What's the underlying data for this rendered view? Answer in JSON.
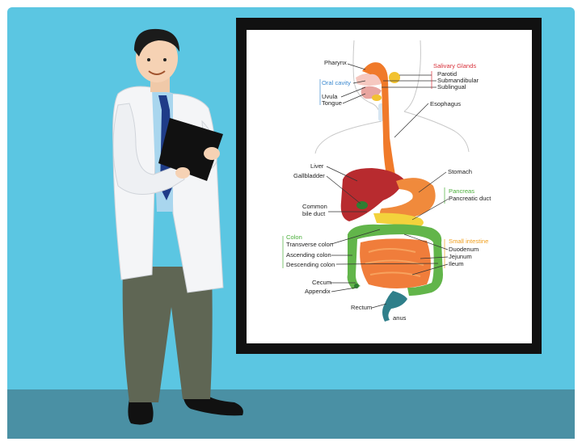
{
  "palette": {
    "wall": "#5bc6e2",
    "floor": "#4a90a4",
    "frame": "#111111",
    "coat": "#f4f5f7",
    "shirt": "#a9d6ee",
    "tie": "#1f3c88",
    "trousers": "#5f6654",
    "liver": "#b82b2f",
    "stomach": "#f08a3c",
    "esophagus": "#f07a2a",
    "small_intestine": "#f07d3b",
    "colon": "#62b54a"
  },
  "icons": {
    "doctor": "doctor-illustration-icon",
    "clipboard": "clipboard-icon"
  },
  "labels": {
    "pharynx": "Pharynx",
    "salivary_glands": "Salivary Glands",
    "parotid": "Parotid",
    "submandibular": "Submandibular",
    "sublingual": "Sublingual",
    "oral_cavity": "Oral cavity",
    "uvula": "Uvula",
    "tongue": "Tongue",
    "esophagus": "Esophagus",
    "liver": "Liver",
    "gallbladder": "Gallbladder",
    "stomach": "Stomach",
    "pancreas": "Pancreas",
    "pancreatic_duct": "Pancreatic duct",
    "common_bile_duct_1": "Common",
    "common_bile_duct_2": "bile duct",
    "colon": "Colon",
    "transverse_colon": "Transverse colon",
    "ascending_colon": "Ascending colon",
    "descending_colon": "Descending colon",
    "small_intestine": "Small intestine",
    "duodenum": "Duodenum",
    "jejunum": "Jejunum",
    "ileum": "Ileum",
    "cecum": "Cecum",
    "appendix": "Appendix",
    "rectum": "Rectum",
    "anus": "anus"
  }
}
